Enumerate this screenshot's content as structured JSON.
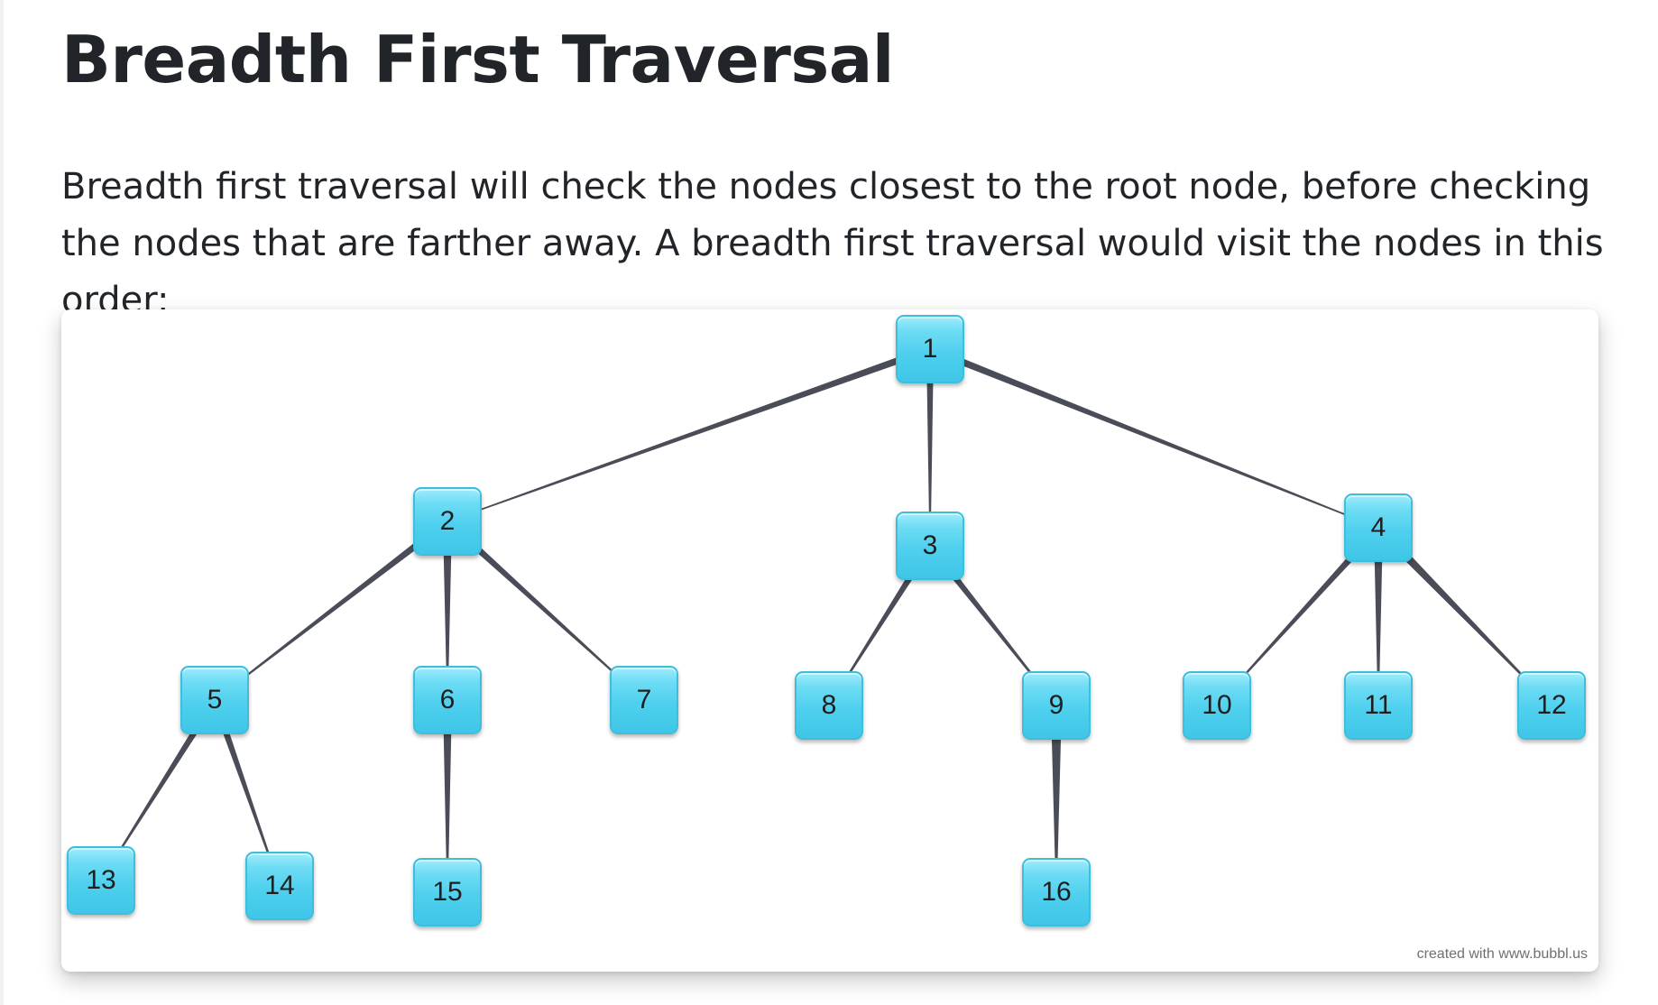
{
  "page": {
    "title": "Breadth First Traversal",
    "intro": "Breadth first traversal will check the nodes closest to the root node, before checking the nodes that are farther away. A breadth first traversal would visit the nodes in this order:"
  },
  "diagram": {
    "credit": "created with www.bubbl.us",
    "colors": {
      "node_fill": "#4fd0ee",
      "node_border": "#3fbedb",
      "edge": "#4a4d57"
    },
    "nodes": [
      {
        "id": "1",
        "label": "1"
      },
      {
        "id": "2",
        "label": "2"
      },
      {
        "id": "3",
        "label": "3"
      },
      {
        "id": "4",
        "label": "4"
      },
      {
        "id": "5",
        "label": "5"
      },
      {
        "id": "6",
        "label": "6"
      },
      {
        "id": "7",
        "label": "7"
      },
      {
        "id": "8",
        "label": "8"
      },
      {
        "id": "9",
        "label": "9"
      },
      {
        "id": "10",
        "label": "10"
      },
      {
        "id": "11",
        "label": "11"
      },
      {
        "id": "12",
        "label": "12"
      },
      {
        "id": "13",
        "label": "13"
      },
      {
        "id": "14",
        "label": "14"
      },
      {
        "id": "15",
        "label": "15"
      },
      {
        "id": "16",
        "label": "16"
      }
    ],
    "edges": [
      {
        "from": "1",
        "to": "2"
      },
      {
        "from": "1",
        "to": "3"
      },
      {
        "from": "1",
        "to": "4"
      },
      {
        "from": "2",
        "to": "5"
      },
      {
        "from": "2",
        "to": "6"
      },
      {
        "from": "2",
        "to": "7"
      },
      {
        "from": "3",
        "to": "8"
      },
      {
        "from": "3",
        "to": "9"
      },
      {
        "from": "4",
        "to": "10"
      },
      {
        "from": "4",
        "to": "11"
      },
      {
        "from": "4",
        "to": "12"
      },
      {
        "from": "5",
        "to": "13"
      },
      {
        "from": "5",
        "to": "14"
      },
      {
        "from": "6",
        "to": "15"
      },
      {
        "from": "9",
        "to": "16"
      }
    ]
  }
}
